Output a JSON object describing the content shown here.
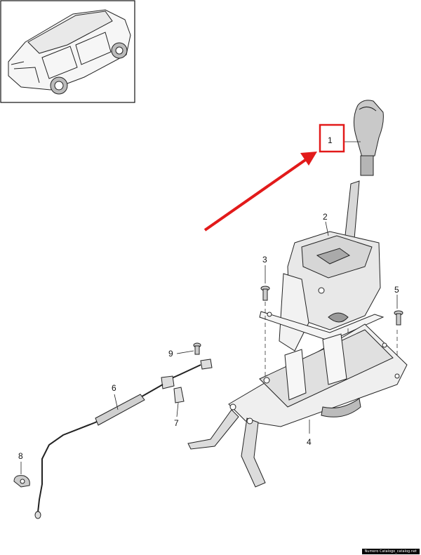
{
  "diagram": {
    "callouts": [
      {
        "id": "1",
        "text": "1",
        "highlighted": true
      },
      {
        "id": "2",
        "text": "2"
      },
      {
        "id": "3",
        "text": "3"
      },
      {
        "id": "4",
        "text": "4"
      },
      {
        "id": "5",
        "text": "5"
      },
      {
        "id": "6",
        "text": "6"
      },
      {
        "id": "7",
        "text": "7"
      },
      {
        "id": "8",
        "text": "8"
      },
      {
        "id": "9",
        "text": "9"
      }
    ],
    "parts": {
      "vehicle_thumbnail": "suv-vehicle-icon",
      "gear_knob": "gear-shift-knob",
      "shifter_housing": "gear-selector-housing",
      "base_bracket": "shifter-base-bracket",
      "cable": "shift-cable"
    },
    "highlight_color": "#e21a1a",
    "line_color": "#1a1a1a",
    "watermark": "Numero Catalogo_catalog.net"
  }
}
